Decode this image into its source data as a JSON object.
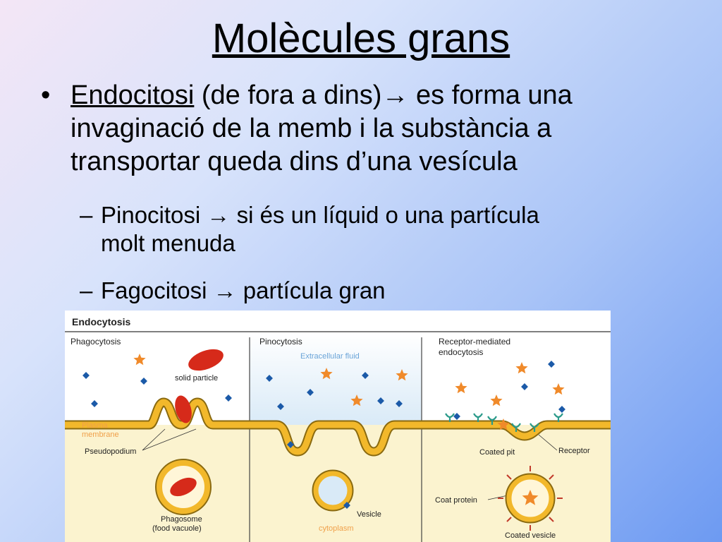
{
  "slide": {
    "title": "Molècules grans",
    "bullet": {
      "term": "Endocitosi",
      "rest_line1": " (de fora a dins)",
      "arrow1": "→",
      "after_arrow": " es forma una",
      "line2": "invaginació de la memb i la substància a",
      "line3": "transportar queda dins d’una vesícula"
    },
    "sub_bullets": [
      {
        "term": "Pinocitosi",
        "arrow": "→",
        "rest": " si és un líquid o una partícula",
        "line2": "molt menuda"
      },
      {
        "term": "Fagocitosi",
        "arrow": "→",
        "rest": " partícula gran"
      }
    ]
  },
  "figure": {
    "header": "Endocytosis",
    "panels": {
      "phagocytosis": {
        "title": "Phagocytosis",
        "solid_particle": "solid particle",
        "plasma_membrane_1": "Plasma",
        "plasma_membrane_2": "membrane",
        "pseudopodium": "Pseudopodium",
        "phagosome_1": "Phagosome",
        "phagosome_2": "(food vacuole)"
      },
      "pinocytosis": {
        "title": "Pinocytosis",
        "extracellular_fluid": "Extracellular fluid",
        "vesicle": "Vesicle",
        "cytoplasm": "cytoplasm"
      },
      "receptor": {
        "title_1": "Receptor-mediated",
        "title_2": "endocytosis",
        "coated_pit": "Coated pit",
        "receptor": "Receptor",
        "coat_protein": "Coat protein",
        "coated_vesicle": "Coated vesicle"
      }
    },
    "colors": {
      "membrane": "#f2b82b",
      "membrane_edge": "#8a6a10",
      "particle": "#d62a1a",
      "star": "#f08a2a",
      "square": "#1b5aa8",
      "receptor": "#2a9a8a",
      "cytoplasm": "#fbf3cf"
    }
  }
}
